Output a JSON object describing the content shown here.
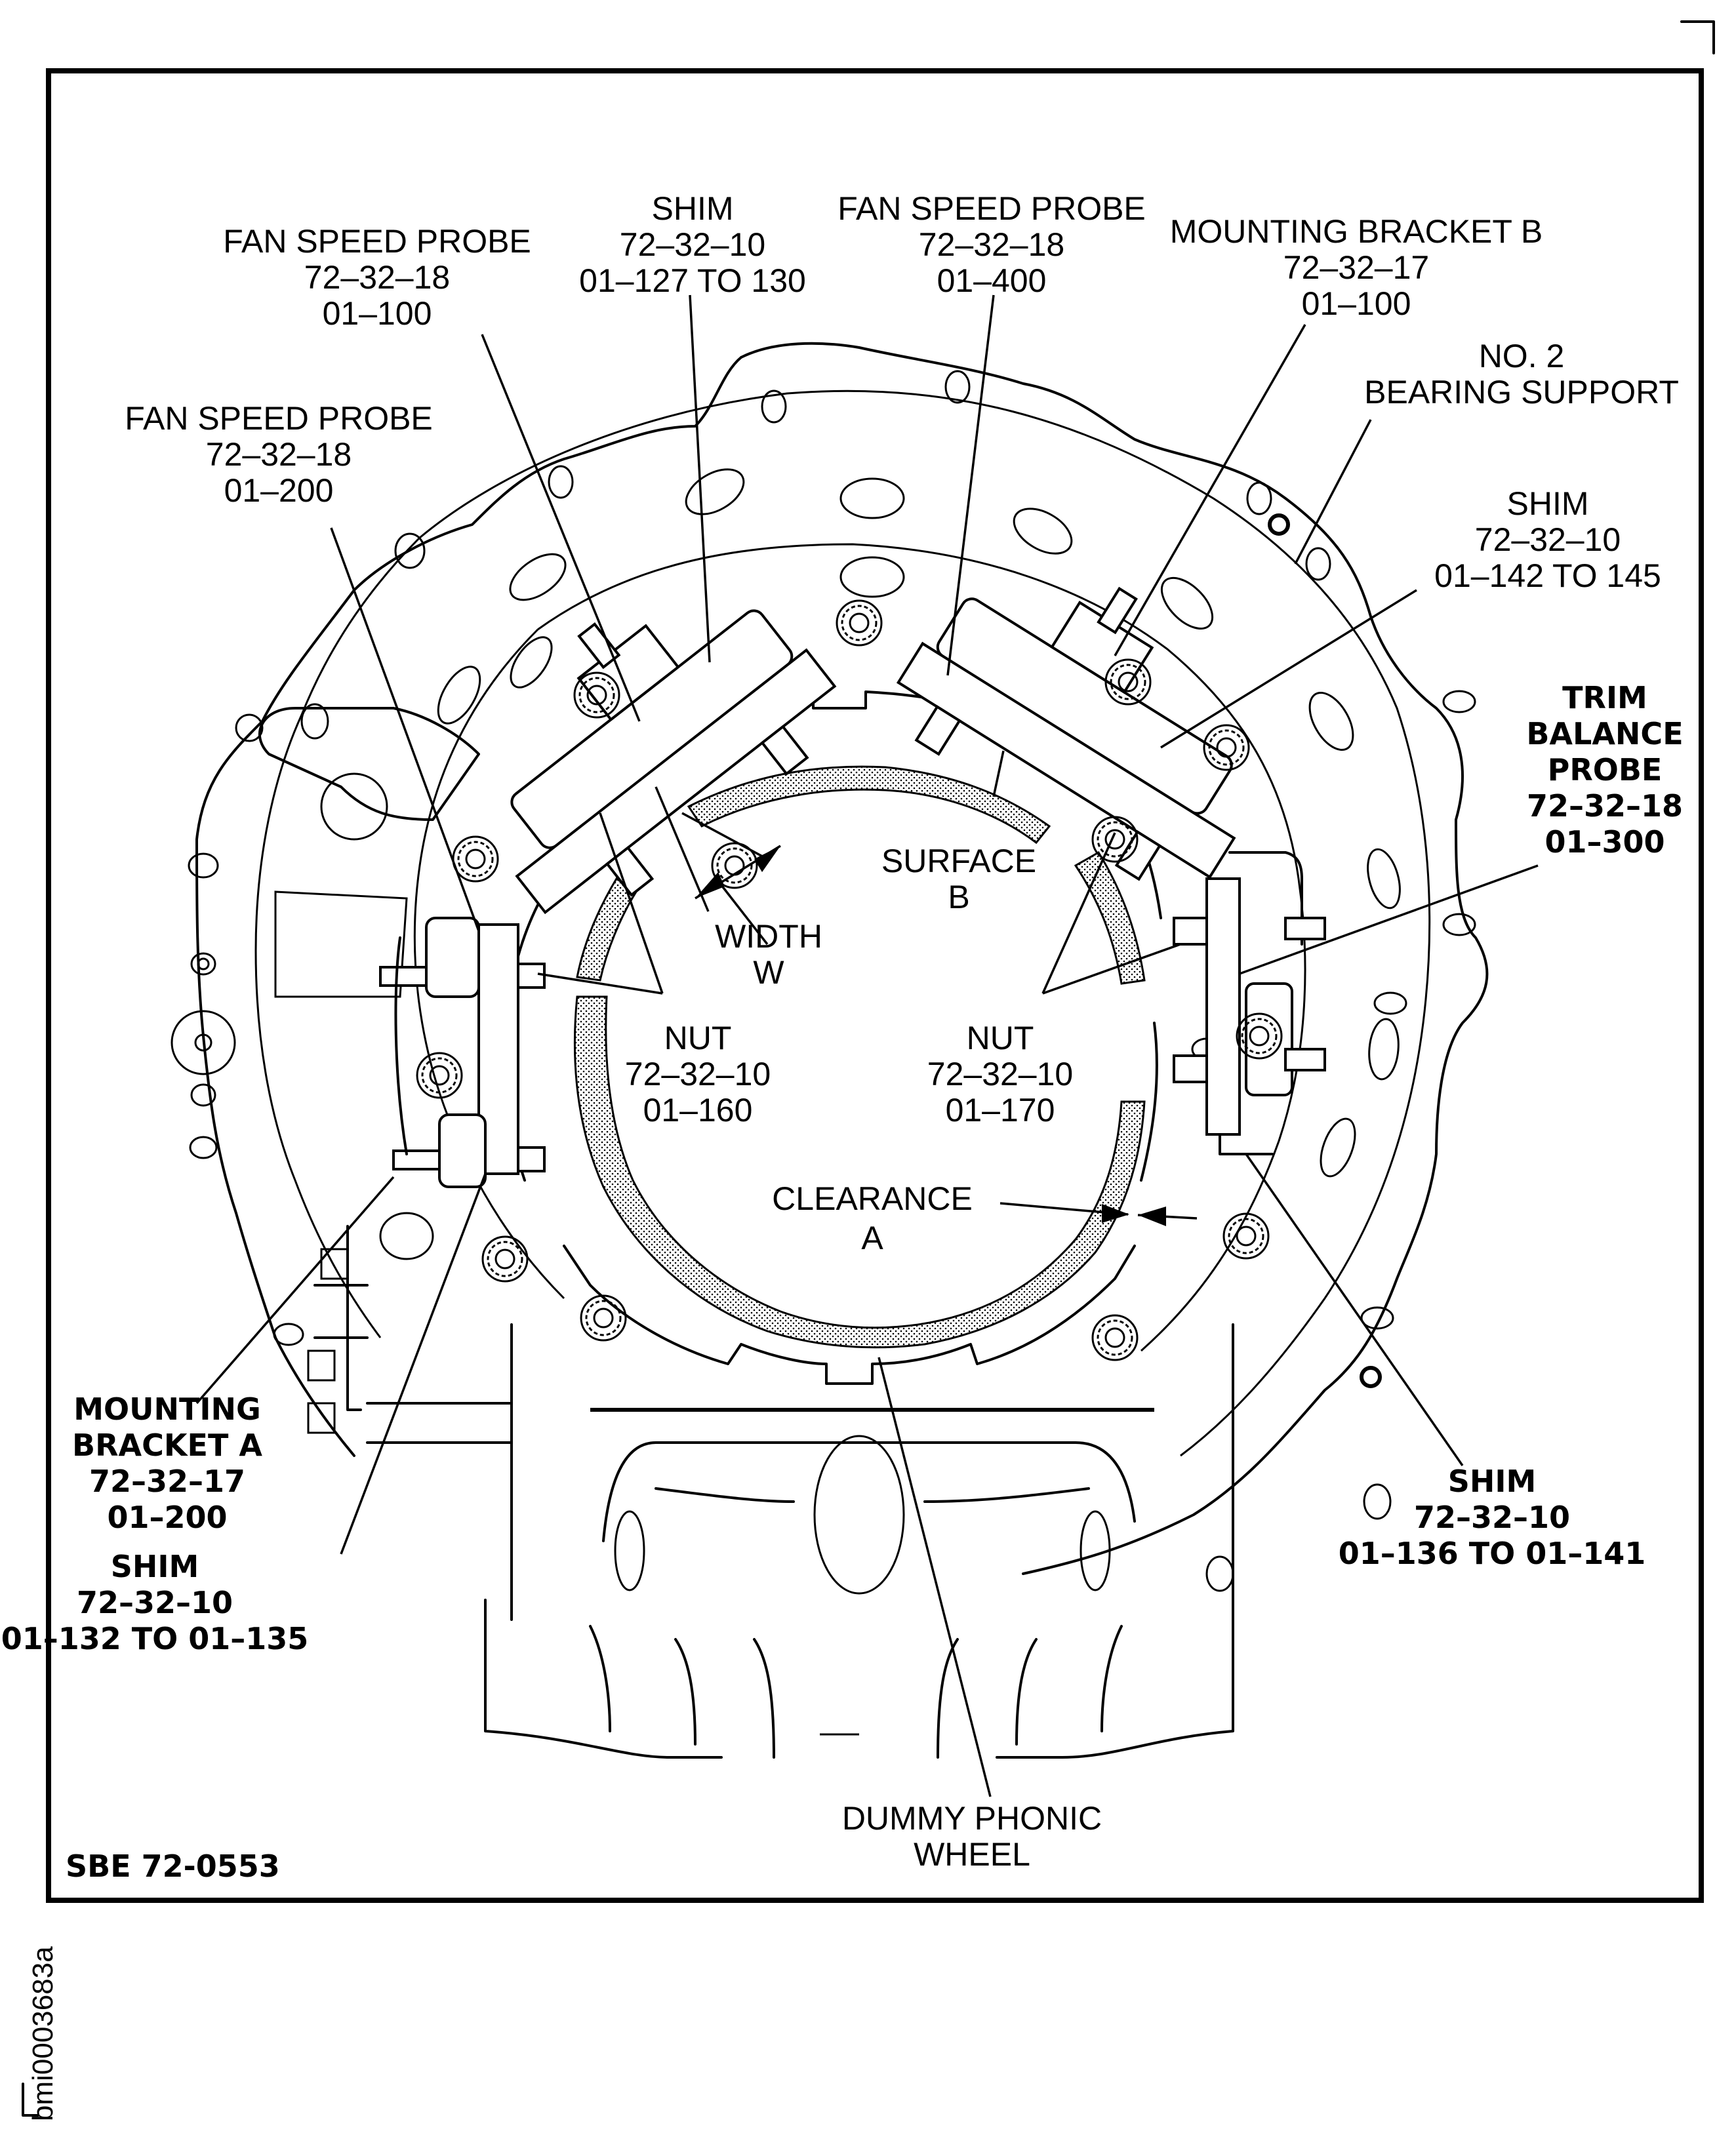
{
  "figure": {
    "id": "SBE 72-0553",
    "side_code": "bmi0003683a"
  },
  "labels": {
    "fan_speed_probe_100": [
      "FAN SPEED PROBE",
      "72–32–18",
      "01–100"
    ],
    "shim_127": [
      "SHIM",
      "72–32–10",
      "01–127 TO 130"
    ],
    "fan_speed_probe_400": [
      "FAN SPEED PROBE",
      "72–32–18",
      "01–400"
    ],
    "mounting_bracket_b": [
      "MOUNTING BRACKET B",
      "72–32–17",
      "01–100"
    ],
    "bearing_support": [
      "NO. 2",
      "BEARING SUPPORT"
    ],
    "fan_speed_probe_200": [
      "FAN SPEED PROBE",
      "72–32–18",
      "01–200"
    ],
    "shim_142": [
      "SHIM",
      "72–32–10",
      "01–142 TO 145"
    ],
    "trim_balance_probe": [
      "TRIM",
      "BALANCE",
      "PROBE",
      "72–32–18",
      "01–300"
    ],
    "surface_b": [
      "SURFACE",
      "B"
    ],
    "width_w": [
      "WIDTH",
      "W"
    ],
    "nut_160": [
      "NUT",
      "72–32–10",
      "01–160"
    ],
    "nut_170": [
      "NUT",
      "72–32–10",
      "01–170"
    ],
    "clearance_a": [
      "CLEARANCE",
      "A"
    ],
    "mounting_bracket_a": [
      "MOUNTING",
      "BRACKET A",
      "72–32–17",
      "01–200"
    ],
    "shim_132": [
      "SHIM",
      "72–32–10",
      "01–132 TO 01–135"
    ],
    "shim_136": [
      "SHIM",
      "72–32–10",
      "01–136 TO 01–141"
    ],
    "dummy_phonic_wheel": [
      "DUMMY PHONIC",
      "WHEEL"
    ]
  }
}
